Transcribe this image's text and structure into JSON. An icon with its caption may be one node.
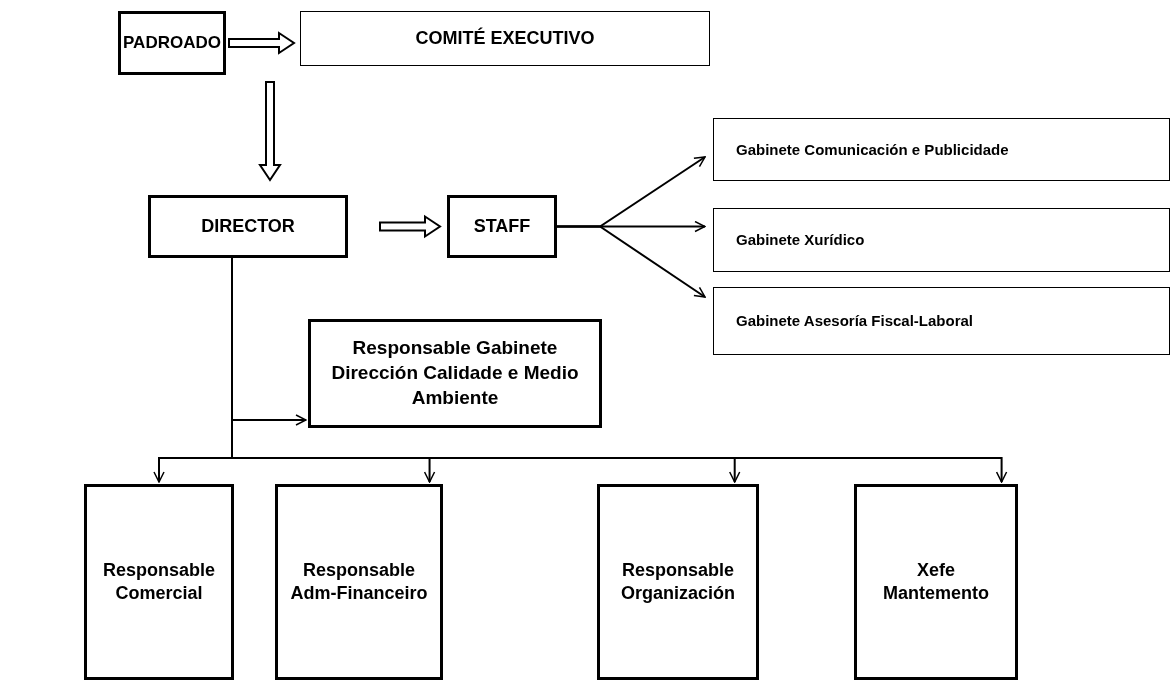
{
  "diagram": {
    "nodes": [
      {
        "text": [
          "PADROADO"
        ]
      },
      {
        "text": [
          "COMITÉ EXECUTIVO"
        ]
      },
      {
        "text": [
          "DIRECTOR"
        ]
      },
      {
        "text": [
          "STAFF"
        ]
      },
      {
        "text": [
          "Gabinete Comunicación e Publicidade"
        ]
      },
      {
        "text": [
          "Gabinete Xurídico"
        ]
      },
      {
        "text": [
          "Gabinete Asesoría Fiscal-Laboral"
        ]
      },
      {
        "text": [
          "Responsable Gabinete Dirección Calidade e Medio Ambiente"
        ]
      },
      {
        "text": [
          "Responsable Comercial"
        ]
      },
      {
        "text": [
          "Responsable Adm-Financeiro"
        ]
      },
      {
        "text": [
          "Responsable Organización"
        ]
      },
      {
        "text": [
          "Xefe Mantemento"
        ]
      }
    ],
    "edges": [
      {
        "from": 0,
        "to": 1,
        "arrow": "to",
        "style": "thick"
      },
      {
        "from": 0,
        "to": 2,
        "arrow": "to",
        "style": "thick"
      },
      {
        "from": 2,
        "to": 3,
        "arrow": "to",
        "style": "thick"
      },
      {
        "from": 3,
        "to": 4,
        "arrow": "to"
      },
      {
        "from": 3,
        "to": 5,
        "arrow": "to"
      },
      {
        "from": 3,
        "to": 6,
        "arrow": "to"
      },
      {
        "from": 2,
        "to": 7,
        "arrow": "to"
      },
      {
        "from": 2,
        "to": 8,
        "arrow": "to"
      },
      {
        "from": 2,
        "to": 9,
        "arrow": "to"
      },
      {
        "from": 2,
        "to": 10,
        "arrow": "to"
      },
      {
        "from": 2,
        "to": 11,
        "arrow": "to"
      }
    ]
  }
}
